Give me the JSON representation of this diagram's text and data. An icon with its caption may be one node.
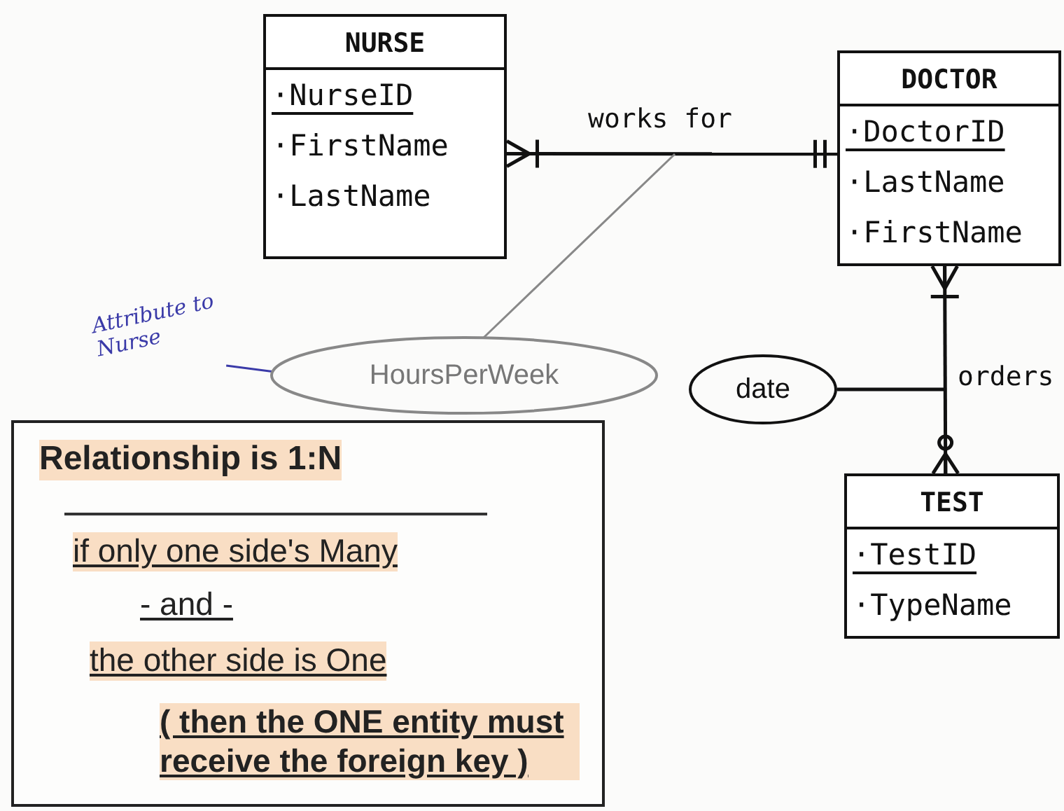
{
  "diagram": {
    "nodes": [
      {
        "text": [
          "NURSE",
          "·NurseID",
          "·FirstName",
          "·LastName"
        ]
      },
      {
        "text": [
          "DOCTOR",
          "·DoctorID",
          "·LastName",
          "·FirstName"
        ]
      },
      {
        "text": [
          "TEST",
          "·TestID",
          "·TypeName"
        ]
      },
      {
        "text": [
          "HoursPerWeek"
        ]
      },
      {
        "text": [
          "date"
        ]
      },
      {
        "text": [
          "Relationship is 1:N",
          "if only one side's  Many",
          "- and -",
          "the other side is One",
          "( then the ONE entity must receive the foreign key )"
        ]
      },
      {
        "text": [
          "Attribute to Nurse"
        ]
      }
    ],
    "edges": [
      {
        "from": 0,
        "to": 1,
        "arrow": "other",
        "label": "works for"
      },
      {
        "from": 3,
        "to": null,
        "arrow": "none",
        "color": "#888888"
      },
      {
        "from": 1,
        "to": 2,
        "arrow": "other",
        "label": "orders"
      },
      {
        "from": 4,
        "to": null,
        "arrow": "none"
      },
      {
        "from": 6,
        "to": 3,
        "arrow": "none",
        "color": "#3a3aa8"
      }
    ]
  }
}
